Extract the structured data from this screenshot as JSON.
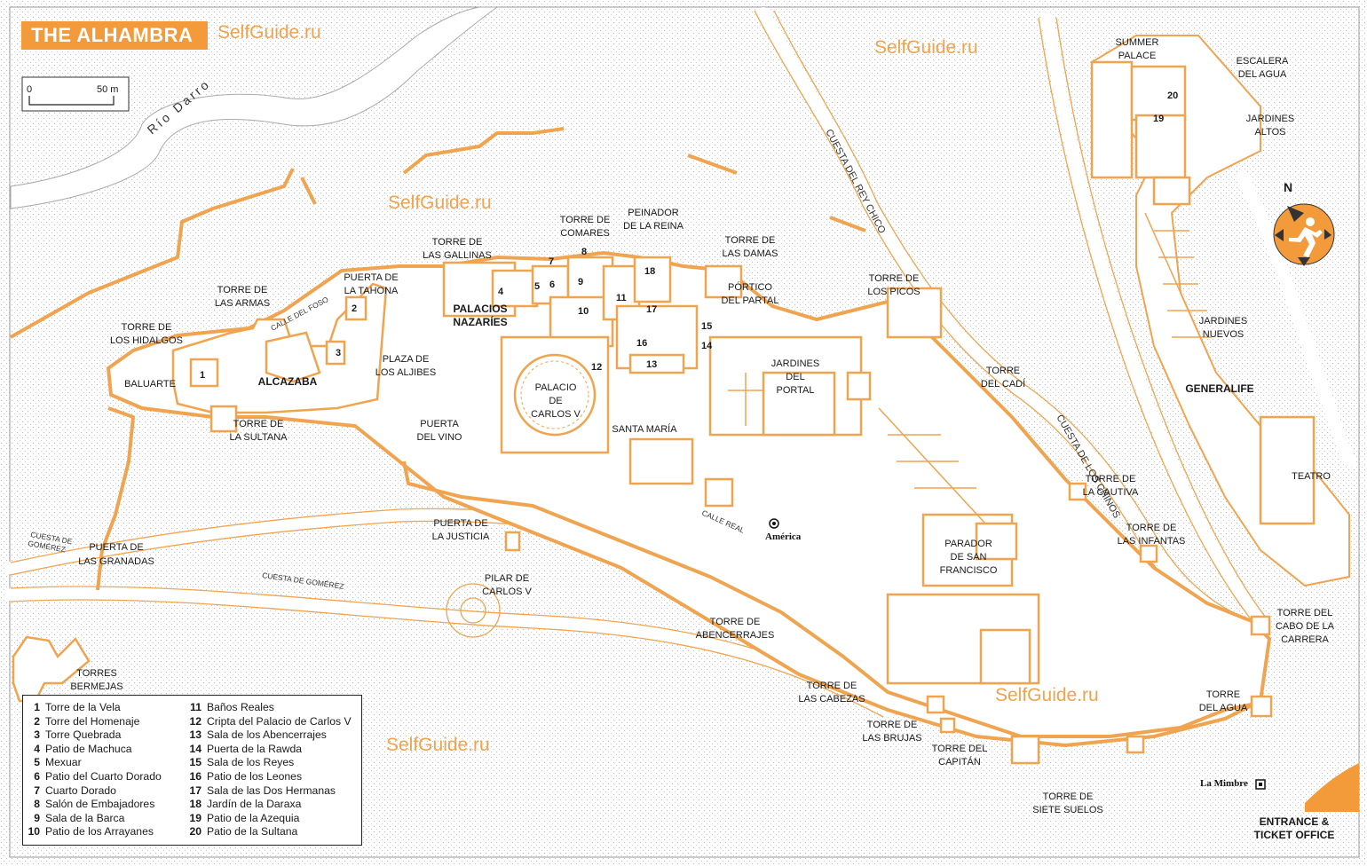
{
  "header": {
    "title": "THE ALHAMBRA",
    "brand": "SelfGuide.ru"
  },
  "scale": {
    "zero": "0",
    "max": "50 m"
  },
  "watermarks": [
    "SelfGuide.ru",
    "SelfGuide.ru",
    "SelfGuide.ru",
    "SelfGuide.ru"
  ],
  "compass": {
    "north": "N",
    "icon": "running-person-icon"
  },
  "colors": {
    "accent": "#f39b3a",
    "wall": "#f0a450"
  },
  "river": "Río Darro",
  "roads": {
    "cuesta_gomerez_1": "CUESTA DE",
    "cuesta_gomerez_2": "GOMÉREZ",
    "cuesta_gomerez_main": "CUESTA DE GOMÉREZ",
    "calle_foso": "CALLE DEL FOSO",
    "calle_real": "CALLE REAL",
    "cuesta_rey_chico": "CUESTA DEL REY CHICO",
    "cuesta_chinos": "CUESTA DE LOS CHINOS"
  },
  "places": {
    "torre_gallinas": [
      "TORRE DE",
      "LAS GALLINAS"
    ],
    "torre_comares": [
      "TORRE DE",
      "COMARES"
    ],
    "peinador": [
      "PEINADOR",
      "DE LA REINA"
    ],
    "torre_damas": [
      "TORRE DE",
      "LAS DAMAS"
    ],
    "portico": [
      "PÓRTICO",
      "DEL PARTAL"
    ],
    "torre_picos": [
      "TORRE DE",
      "LOS PICOS"
    ],
    "torre_armas": [
      "TORRE DE",
      "LAS ARMAS"
    ],
    "puerta_tahona": [
      "PUERTA DE",
      "LA TAHONA"
    ],
    "palacios": [
      "PALACIOS",
      "NAZARÍES"
    ],
    "torre_hidalgos": [
      "TORRE DE",
      "LOS HIDALGOS"
    ],
    "baluarte": "BALUARTE",
    "alcazaba": "ALCAZABA",
    "plaza_aljibes": [
      "PLAZA DE",
      "LOS ALJIBES"
    ],
    "palacio_carlos": [
      "PALACIO",
      "DE",
      "CARLOS V"
    ],
    "jardines_portal": [
      "JARDINES",
      "DEL",
      "PORTAL"
    ],
    "torre_cadi": [
      "TORRE",
      "DEL CADÍ"
    ],
    "torre_sultana": [
      "TORRE DE",
      "LA SULTANA"
    ],
    "puerta_vino": [
      "PUERTA",
      "DEL VINO"
    ],
    "santa_maria": "SANTA MARÍA",
    "america": "América",
    "puerta_justicia": [
      "PUERTA DE",
      "LA JUSTICIA"
    ],
    "puerta_granadas": [
      "PUERTA DE",
      "LAS GRANADAS"
    ],
    "pilar_carlos": [
      "PILAR DE",
      "CARLOS V"
    ],
    "parador": [
      "PARADOR",
      "DE SAN",
      "FRANCISCO"
    ],
    "torre_cautiva": [
      "TORRE DE",
      "LA CAUTIVA"
    ],
    "torre_infantas": [
      "TORRE DE",
      "LAS INFANTAS"
    ],
    "torre_abencerrajes": [
      "TORRE DE",
      "ABENCERRAJES"
    ],
    "torre_cabezas": [
      "TORRE DE",
      "LAS CABEZAS"
    ],
    "torre_brujas": [
      "TORRE DE",
      "LAS BRUJAS"
    ],
    "torre_capitan": [
      "TORRE DEL",
      "CAPITÁN"
    ],
    "torre_siete": [
      "TORRE DE",
      "SIETE SUELOS"
    ],
    "torres_bermejas": [
      "TORRES",
      "BERMEJAS"
    ],
    "torre_cabo": [
      "TORRE DEL",
      "CABO DE LA",
      "CARRERA"
    ],
    "torre_agua": [
      "TORRE",
      "DEL AGUA"
    ],
    "la_mimbre": "La Mimbre",
    "entrance": [
      "ENTRANCE &",
      "TICKET OFFICE"
    ],
    "summer_palace": [
      "SUMMER",
      "PALACE"
    ],
    "escalera": [
      "ESCALERA",
      "DEL AGUA"
    ],
    "jardines_altos": [
      "JARDINES",
      "ALTOS"
    ],
    "jardines_nuevos": [
      "JARDINES",
      "NUEVOS"
    ],
    "generalife": "GENERALIFE",
    "teatro": "TEATRO"
  },
  "numbers": [
    "1",
    "2",
    "3",
    "4",
    "5",
    "6",
    "7",
    "8",
    "9",
    "10",
    "11",
    "12",
    "13",
    "14",
    "15",
    "16",
    "17",
    "18",
    "19",
    "20"
  ],
  "legend": [
    {
      "n": "1",
      "label": "Torre de la Vela"
    },
    {
      "n": "2",
      "label": "Torre del Homenaje"
    },
    {
      "n": "3",
      "label": "Torre Quebrada"
    },
    {
      "n": "4",
      "label": "Patio de Machuca"
    },
    {
      "n": "5",
      "label": "Mexuar"
    },
    {
      "n": "6",
      "label": "Patio del Cuarto Dorado"
    },
    {
      "n": "7",
      "label": "Cuarto Dorado"
    },
    {
      "n": "8",
      "label": "Salón de Embajadores"
    },
    {
      "n": "9",
      "label": "Sala de la Barca"
    },
    {
      "n": "10",
      "label": "Patio de los Arrayanes"
    },
    {
      "n": "11",
      "label": "Baños Reales"
    },
    {
      "n": "12",
      "label": "Cripta del Palacio de Carlos V"
    },
    {
      "n": "13",
      "label": "Sala de los Abencerrajes"
    },
    {
      "n": "14",
      "label": "Puerta de la Rawda"
    },
    {
      "n": "15",
      "label": "Sala de los Reyes"
    },
    {
      "n": "16",
      "label": "Patio de los Leones"
    },
    {
      "n": "17",
      "label": "Sala de las Dos Hermanas"
    },
    {
      "n": "18",
      "label": "Jardín de la Daraxa"
    },
    {
      "n": "19",
      "label": "Patio de la Azequia"
    },
    {
      "n": "20",
      "label": "Patio de la Sultana"
    }
  ]
}
